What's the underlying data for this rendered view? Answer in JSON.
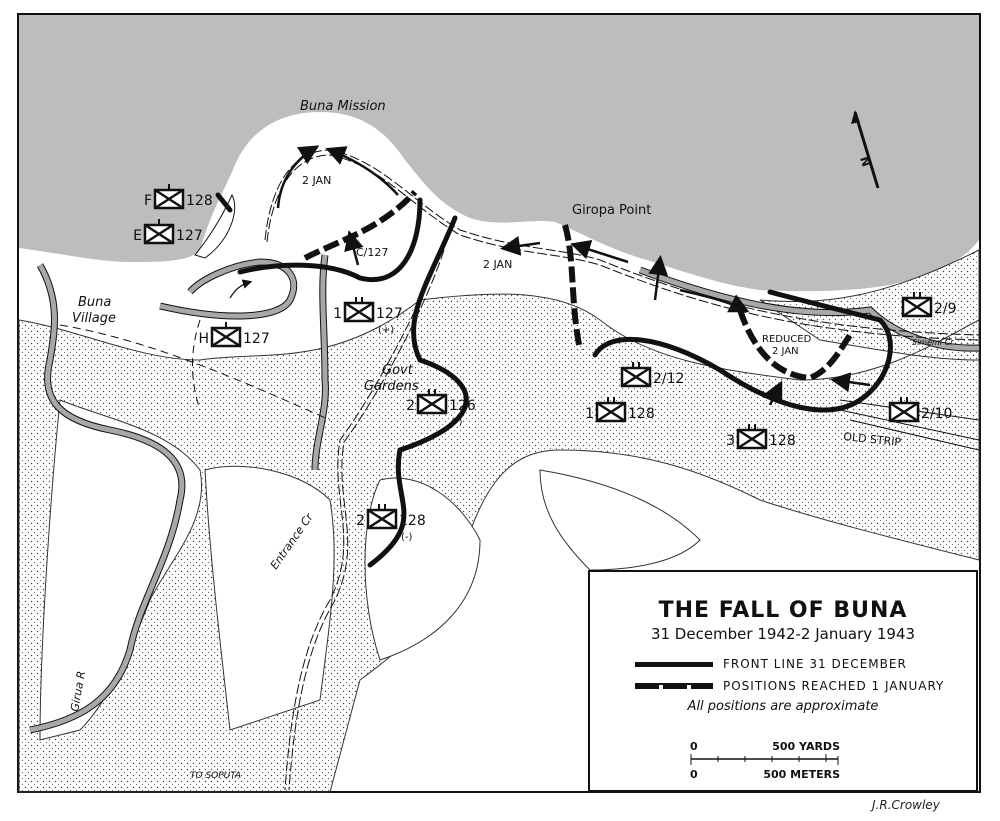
{
  "title": "THE FALL OF BUNA",
  "subtitle": "31 December 1942-2 January 1943",
  "legend": {
    "front_line": "FRONT LINE 31 DECEMBER",
    "positions_reached": "POSITIONS REACHED 1 JANUARY",
    "note": "All positions are approximate"
  },
  "scale": {
    "zero_top": "0",
    "yards": "500 YARDS",
    "zero_bottom": "0",
    "meters": "500 METERS"
  },
  "signature": "J.R.Crowley",
  "colors": {
    "sea": "#bdbdbd",
    "river": "#a8a8a8",
    "ink": "#111111"
  },
  "places": {
    "buna_mission": "Buna Mission",
    "buna_village_1": "Buna",
    "buna_village_2": "Village",
    "giropa_point": "Giropa Point",
    "govt_gardens_1": "Govt",
    "govt_gardens_2": "Gardens",
    "entrance_cr": "Entrance Cr",
    "girua_r": "Girua R",
    "simemi_cr": "Simemi Cr",
    "old_strip": "OLD STRIP",
    "to_soputa": "TO SOPUTA",
    "reduced_1": "REDUCED",
    "reduced_2": "2 JAN",
    "jan2_mission": "2 JAN",
    "jan2_coast": "2 JAN"
  },
  "units": [
    {
      "prefix": "F",
      "name": "128",
      "sub": ""
    },
    {
      "prefix": "E",
      "name": "127",
      "sub": ""
    },
    {
      "prefix": "H",
      "name": "127",
      "sub": ""
    },
    {
      "prefix": "1",
      "name": "127",
      "sub": "(+)"
    },
    {
      "prefix": "2",
      "name": "126",
      "sub": "(-)"
    },
    {
      "prefix": "2",
      "name": "128",
      "sub": "(-)"
    },
    {
      "prefix": "",
      "name": "2/12",
      "sub": ""
    },
    {
      "prefix": "1",
      "name": "128",
      "sub": ""
    },
    {
      "prefix": "3",
      "name": "128",
      "sub": ""
    },
    {
      "prefix": "",
      "name": "2/9",
      "sub": ""
    },
    {
      "prefix": "",
      "name": "2/10",
      "sub": ""
    }
  ],
  "company_label": "C/127",
  "north_arrow": "N"
}
